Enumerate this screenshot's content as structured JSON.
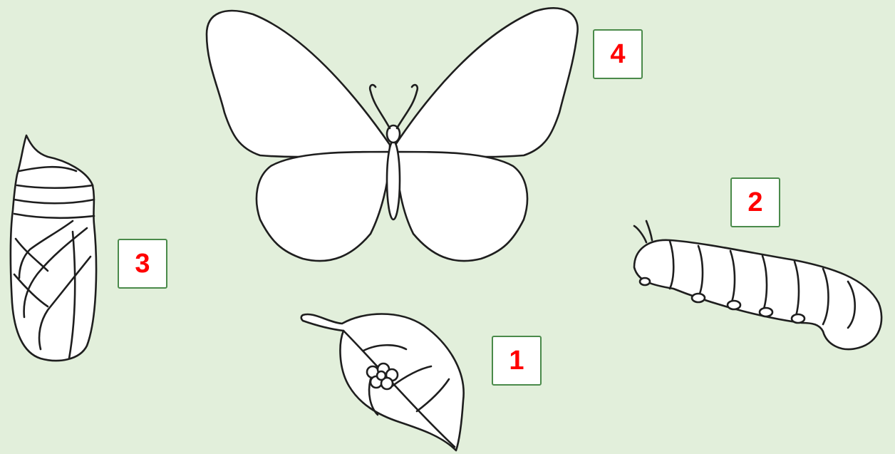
{
  "diagram": {
    "background_color": "#e2efdb",
    "label_color": "#ff0000",
    "label_border_color": "#4a8a4a",
    "stages": [
      {
        "id": "egg",
        "icon": "leaf-with-eggs-icon",
        "number": "1"
      },
      {
        "id": "larva",
        "icon": "caterpillar-icon",
        "number": "2"
      },
      {
        "id": "pupa",
        "icon": "chrysalis-icon",
        "number": "3"
      },
      {
        "id": "adult",
        "icon": "butterfly-icon",
        "number": "4"
      }
    ]
  }
}
